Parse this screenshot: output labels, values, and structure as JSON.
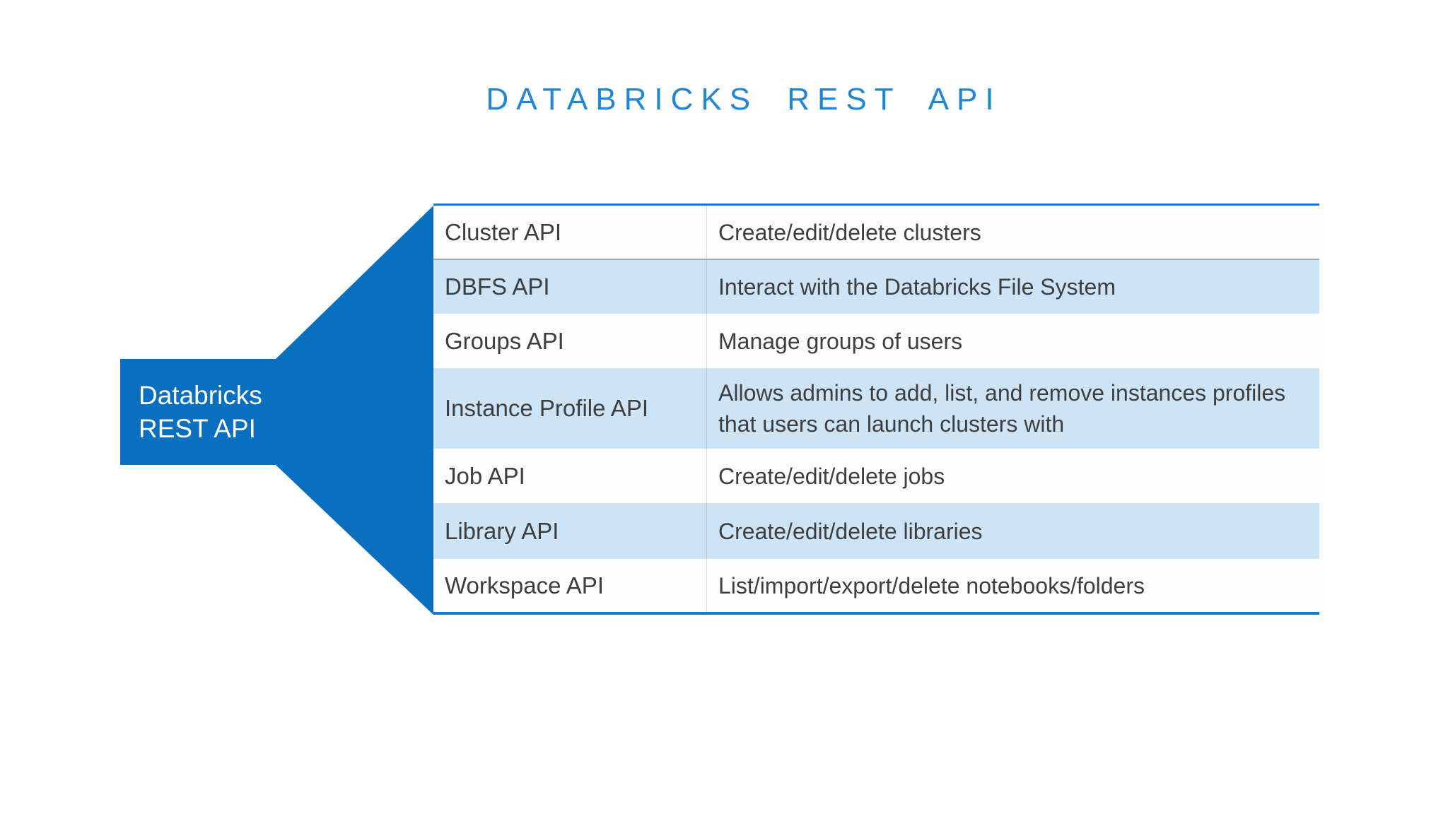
{
  "title": "DATABRICKS REST API",
  "funnel": {
    "label_line1": "Databricks",
    "label_line2": "REST API"
  },
  "table": {
    "rows": [
      {
        "api": "Cluster API",
        "description": "Create/edit/delete clusters"
      },
      {
        "api": "DBFS API",
        "description": "Interact with the Databricks File System"
      },
      {
        "api": "Groups API",
        "description": "Manage groups of users"
      },
      {
        "api": "Instance Profile API",
        "description": "Allows admins to add, list, and remove instances profiles that users can launch clusters with"
      },
      {
        "api": "Job API",
        "description": "Create/edit/delete jobs"
      },
      {
        "api": "Library API",
        "description": "Create/edit/delete libraries"
      },
      {
        "api": "Workspace API",
        "description": "List/import/export/delete notebooks/folders"
      }
    ]
  },
  "colors": {
    "funnel_blue": "#0a6fbe",
    "border_blue": "#1878d2",
    "row_blue": "#cde3f6",
    "row_white": "#fdfdfd",
    "title_blue": "#1f87d4",
    "text_dark": "#3e3e3e",
    "separator_gray": "#a9a9a9"
  }
}
